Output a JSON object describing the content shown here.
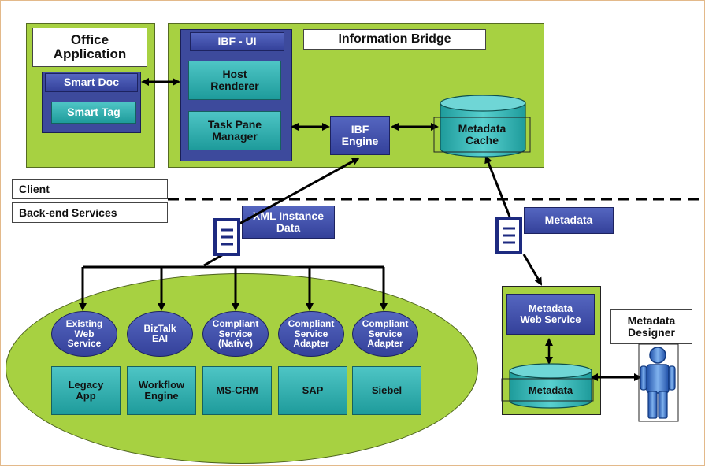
{
  "client": {
    "office_app": {
      "title": "Office\nApplication",
      "smart_doc": "Smart Doc",
      "smart_tag": "Smart Tag"
    },
    "info_bridge": {
      "title": "Information Bridge",
      "ibf_ui": "IBF - UI",
      "host_renderer": "Host\nRenderer",
      "task_pane": "Task Pane\nManager",
      "ibf_engine": "IBF\nEngine",
      "metadata_cache": "Metadata\nCache"
    }
  },
  "tiers": {
    "client": "Client",
    "backend": "Back-end Services"
  },
  "messages": {
    "xml": "XML Instance\nData",
    "metadata": "Metadata"
  },
  "services": [
    {
      "name": "Existing\nWeb\nService",
      "system": "Legacy\nApp"
    },
    {
      "name": "BizTalk\nEAI",
      "system": "Workflow\nEngine"
    },
    {
      "name": "Compliant\nService\n(Native)",
      "system": "MS-CRM"
    },
    {
      "name": "Compliant\nService\nAdapter",
      "system": "SAP"
    },
    {
      "name": "Compliant\nService\nAdapter",
      "system": "Siebel"
    }
  ],
  "metadata_services": {
    "web_service": "Metadata\nWeb Service",
    "store": "Metadata",
    "designer": "Metadata\nDesigner"
  },
  "colors": {
    "green": "#a7d141",
    "navy": "#3d4a9c",
    "teal": "#2bb0b0",
    "dark": "#000000"
  }
}
